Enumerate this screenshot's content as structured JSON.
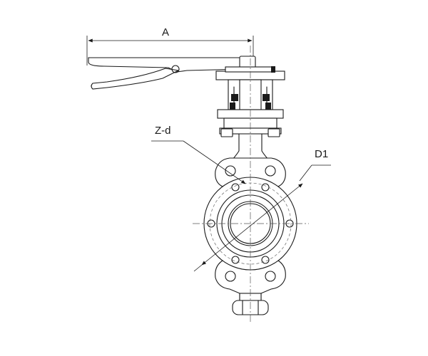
{
  "labels": {
    "a": "A",
    "zd": "Z-d",
    "d1": "D1"
  }
}
